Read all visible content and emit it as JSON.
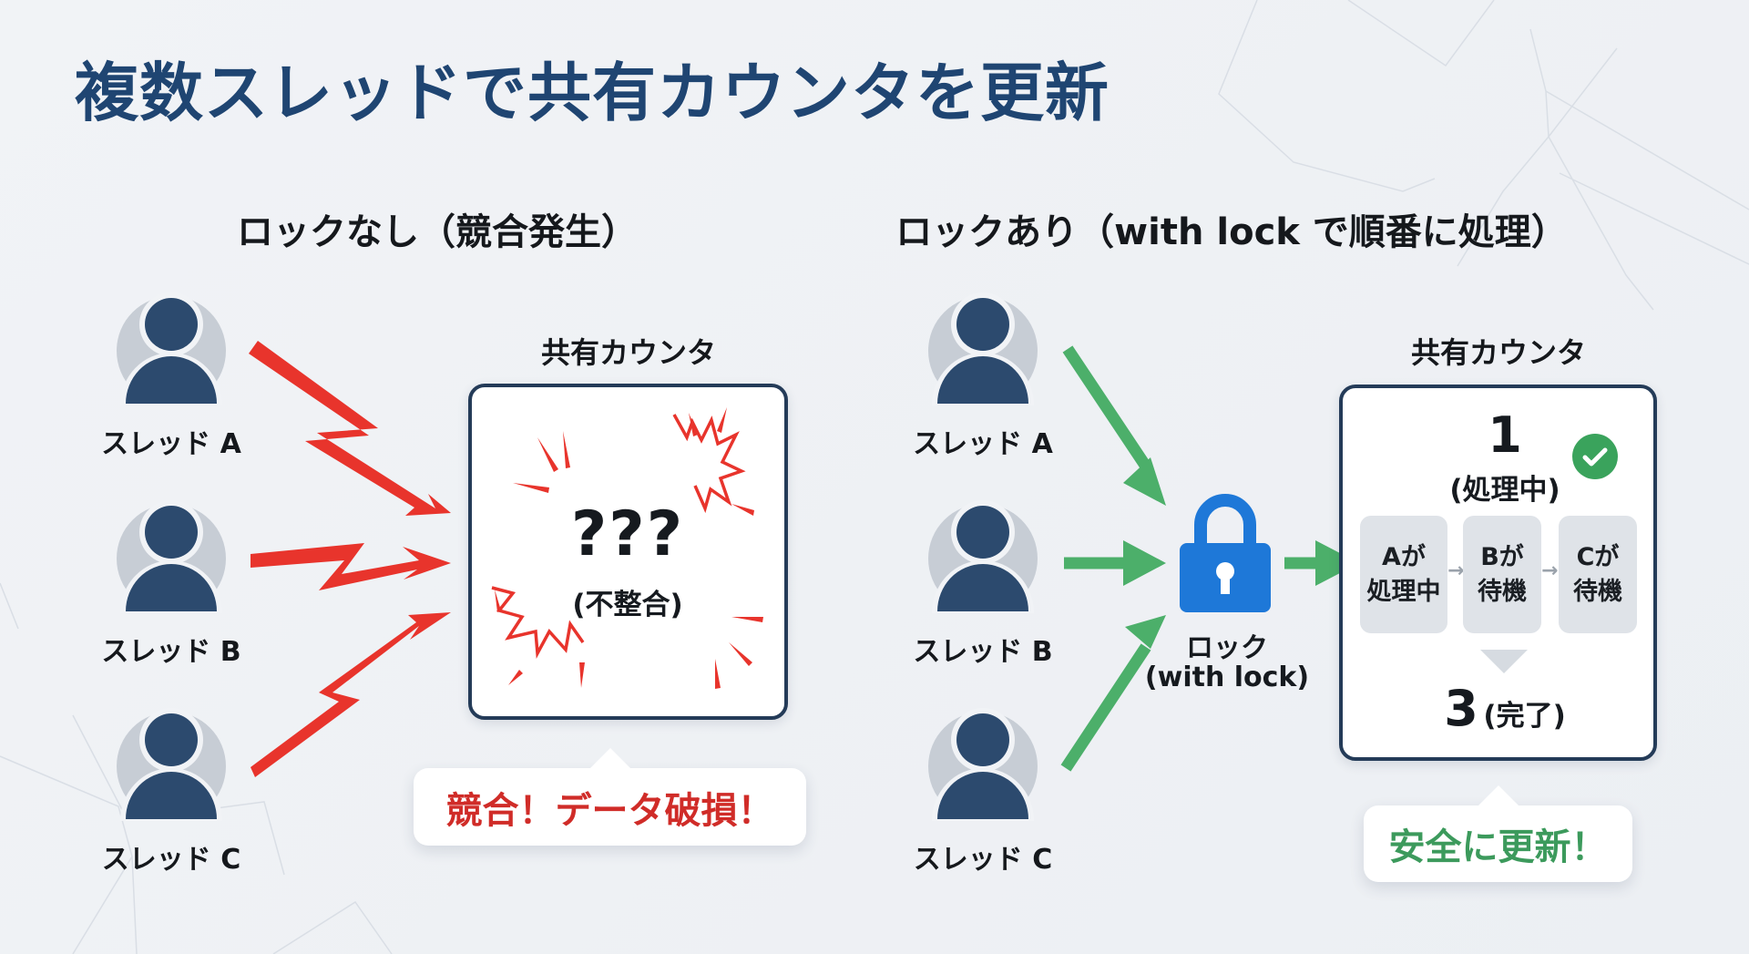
{
  "title": "複数スレッドで共有カウンタを更新",
  "colors": {
    "title": "#1f4572",
    "danger": "#e8342c",
    "success": "#4caf6a",
    "lock": "#1e78d8",
    "person": "#2c4a6e",
    "person_bg": "#c7cdd5",
    "box_border": "#243b58"
  },
  "left": {
    "heading": "ロックなし（競合発生）",
    "threads": [
      {
        "label": "スレッド A",
        "icon": "person-icon"
      },
      {
        "label": "スレッド B",
        "icon": "person-icon"
      },
      {
        "label": "スレッド C",
        "icon": "person-icon"
      }
    ],
    "counter_label": "共有カウンタ",
    "counter_value": "???",
    "counter_status": "(不整合)",
    "burst_icon": "explosion-burst-icon",
    "arrow_icon": "zigzag-arrow-icon",
    "callout": "競合！データ破損！"
  },
  "right": {
    "heading": "ロックあり（with lock で順番に処理）",
    "threads": [
      {
        "label": "スレッド A",
        "icon": "person-icon"
      },
      {
        "label": "スレッド B",
        "icon": "person-icon"
      },
      {
        "label": "スレッド C",
        "icon": "person-icon"
      }
    ],
    "lock": {
      "icon": "padlock-icon",
      "label": "ロック",
      "sublabel": "(with lock)"
    },
    "counter_label": "共有カウンタ",
    "current_value": "1",
    "current_status": "(処理中)",
    "check_icon": "check-circle-icon",
    "queue": [
      {
        "line1": "Aが",
        "line2": "処理中"
      },
      {
        "line1": "Bが",
        "line2": "待機"
      },
      {
        "line1": "Cが",
        "line2": "待機"
      }
    ],
    "queue_arrow": "→",
    "final_value": "3",
    "final_status": "(完了)",
    "callout": "安全に更新！"
  }
}
